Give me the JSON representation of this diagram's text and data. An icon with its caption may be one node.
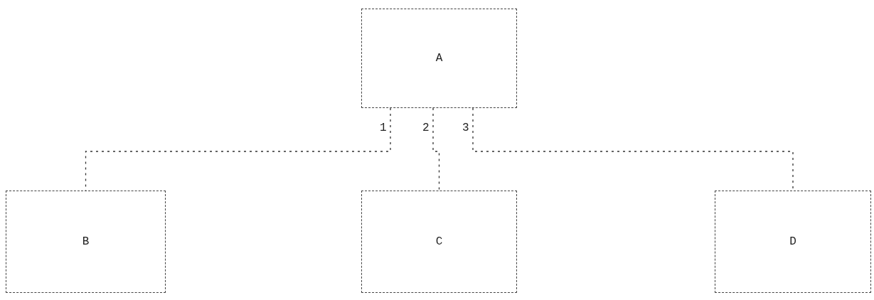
{
  "diagram": {
    "nodes": [
      {
        "text": [
          "A"
        ]
      },
      {
        "text": [
          "B"
        ]
      },
      {
        "text": [
          "C"
        ]
      },
      {
        "text": [
          "D"
        ]
      }
    ],
    "edges": [
      {
        "from": 0,
        "to": 1,
        "arrow": "none",
        "label": "1",
        "style": "dashed"
      },
      {
        "from": 0,
        "to": 2,
        "arrow": "none",
        "label": "2",
        "style": "dashed"
      },
      {
        "from": 0,
        "to": 3,
        "arrow": "none",
        "label": "3",
        "style": "dashed"
      }
    ]
  }
}
